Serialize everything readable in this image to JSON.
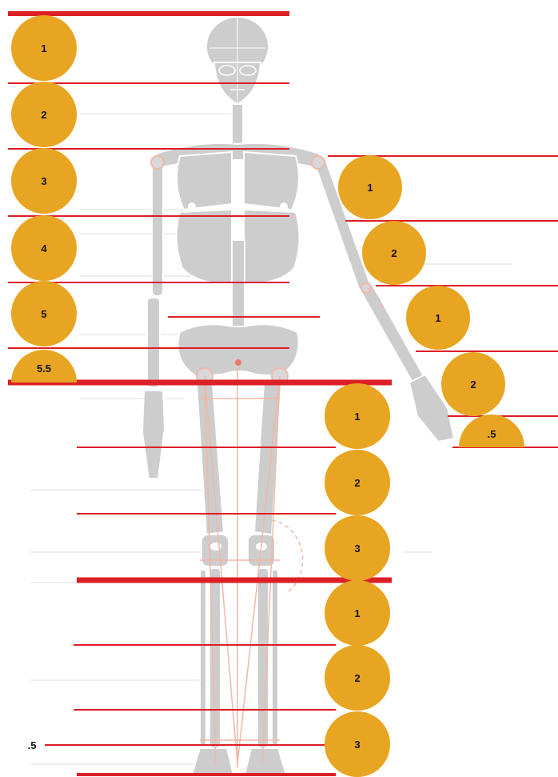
{
  "colors": {
    "background": "#ffffff",
    "circle_fill": "#e8a521",
    "guide_line": "#dd1f26",
    "bone": "#cdcdcd",
    "bone_outline": "#ffffff",
    "proportion_line": "#f1b7a8",
    "label_text": "#111111"
  },
  "head_column": {
    "units": [
      "1",
      "2",
      "3",
      "4",
      "5",
      "5.5"
    ]
  },
  "upper_arm_column": {
    "units": [
      "1",
      "2"
    ]
  },
  "forearm_column": {
    "units": [
      "1",
      "2"
    ]
  },
  "hand_column": {
    "units": [
      ".5"
    ]
  },
  "thigh_column": {
    "units": [
      "1",
      "2",
      "3"
    ]
  },
  "lower_leg_column": {
    "units": [
      "1",
      "2",
      "3"
    ]
  },
  "foot_marker": {
    "label": ".5"
  }
}
